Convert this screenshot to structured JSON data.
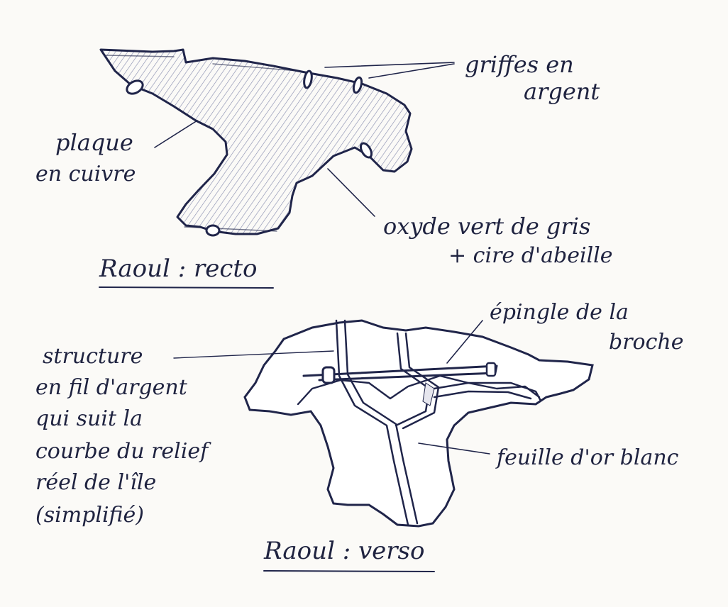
{
  "recto": {
    "title": "Raoul : recto",
    "labels": {
      "griffes": [
        "griffes en",
        "argent"
      ],
      "plaque": [
        "plaque",
        "en cuivre"
      ],
      "oxyde": [
        "oxyde vert de gris",
        "+ cire d'abeille"
      ]
    }
  },
  "verso": {
    "title": "Raoul : verso",
    "labels": {
      "epingle": [
        "épingle de la",
        "broche"
      ],
      "structure": [
        "structure",
        "en fil d'argent",
        "qui suit la",
        "courbe du relief",
        "réel de l'île",
        "(simplifié)"
      ],
      "feuille": "feuille d'or blanc"
    }
  },
  "colors": {
    "ink": "#20254a",
    "hatch": "#8a8fb0",
    "paper": "#fbfaf7"
  }
}
